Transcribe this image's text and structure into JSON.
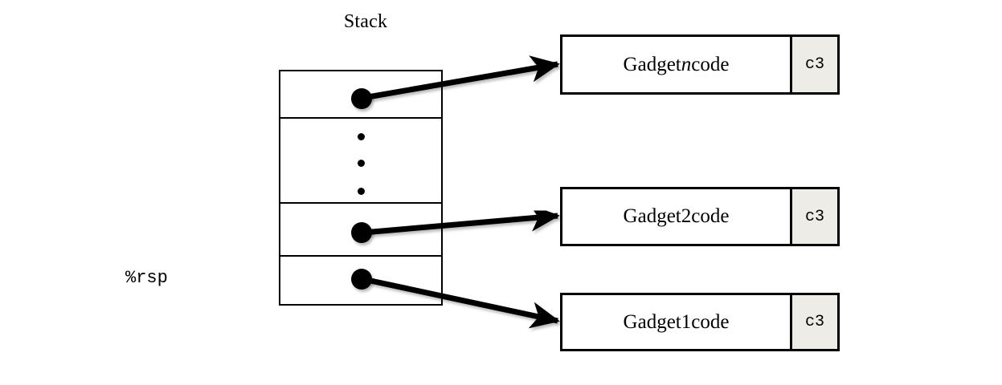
{
  "diagram": {
    "title": "Stack",
    "stack": {
      "label": "Stack",
      "register_pointer": "%rsp",
      "cells": [
        {
          "id": "gadget-n-slot",
          "kind": "pointer",
          "points_to": "Gadget n code"
        },
        {
          "id": "ellipsis-slot",
          "kind": "ellipsis",
          "dots": 3
        },
        {
          "id": "gadget-2-slot",
          "kind": "pointer",
          "points_to": "Gadget 2 code"
        },
        {
          "id": "gadget-1-slot",
          "kind": "pointer",
          "points_to": "Gadget 1 code"
        }
      ]
    },
    "gadgets": [
      {
        "id": "gadget-n",
        "code_prefix": "Gadget ",
        "index": "n",
        "index_italic": true,
        "code_suffix": " code",
        "ret_byte": "c3"
      },
      {
        "id": "gadget-2",
        "code_prefix": "Gadget ",
        "index": "2",
        "index_italic": false,
        "code_suffix": " code",
        "ret_byte": "c3"
      },
      {
        "id": "gadget-1",
        "code_prefix": "Gadget ",
        "index": "1",
        "index_italic": false,
        "code_suffix": " code",
        "ret_byte": "c3"
      }
    ],
    "colors": {
      "background": "#ffffff",
      "stroke": "#000000",
      "ret_cell_fill": "#edece7",
      "text": "#000000"
    }
  }
}
